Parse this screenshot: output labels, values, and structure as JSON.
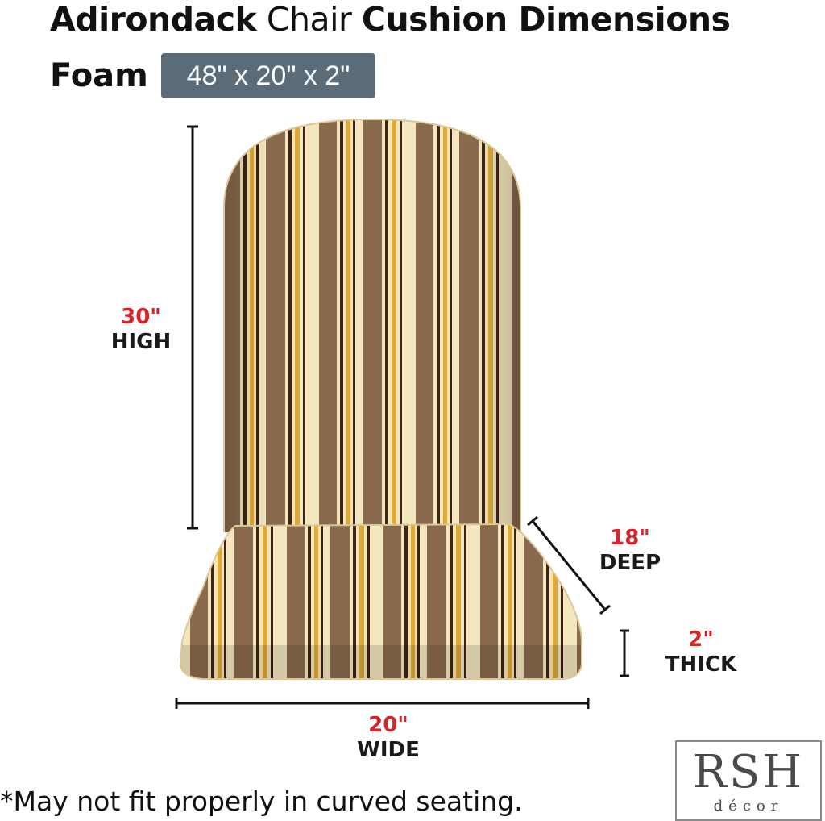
{
  "title": {
    "word1": "Adirondack",
    "word2": "Chair",
    "word3": "Cushion Dimensions"
  },
  "foam": {
    "label": "Foam",
    "dimensions": "48\" x 20\" x 2\""
  },
  "dimensions": {
    "high": {
      "value": "30\"",
      "label": "HIGH"
    },
    "deep": {
      "value": "18\"",
      "label": "DEEP"
    },
    "thick": {
      "value": "2\"",
      "label": "THICK"
    },
    "wide": {
      "value": "20\"",
      "label": "WIDE"
    }
  },
  "footnote": "*May not fit properly in curved seating.",
  "logo": {
    "main": "RSH",
    "sub": "décor"
  },
  "colors": {
    "accent_red": "#d4262a",
    "pill": "#5b6b78",
    "stripe_cream": "#f4e6bd",
    "stripe_taupe": "#8a6a4c",
    "stripe_dark_brown": "#3e2414",
    "stripe_gold": "#e0a838"
  }
}
